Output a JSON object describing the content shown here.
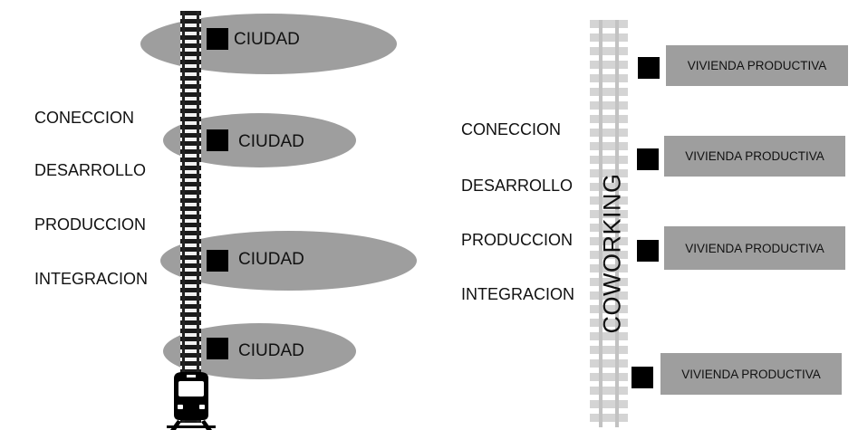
{
  "left_diagram": {
    "city_label": "CIUDAD",
    "cities": [
      "CIUDAD",
      "CIUDAD",
      "CIUDAD",
      "CIUDAD"
    ],
    "words": [
      "CONECCION",
      "DESARROLLO",
      "PRODUCCION",
      "INTEGRACION"
    ]
  },
  "right_diagram": {
    "words": [
      "CONECCION",
      "DESARROLLO",
      "PRODUCCION",
      "INTEGRACION"
    ],
    "coworking_label": "COWORKING",
    "boxes": [
      "VIVIENDA PRODUCTIVA",
      "VIVIENDA PRODUCTIVA",
      "VIVIENDA PRODUCTIVA",
      "VIVIENDA PRODUCTIVA"
    ]
  },
  "colors": {
    "ellipse_fill": "#9e9e9e",
    "box_fill": "#9e9e9e",
    "marker": "#000000",
    "dark_track": "#1a1a1a",
    "light_track": "#d2d2d2"
  },
  "icons": [
    "railway-track-dark",
    "railway-track-light",
    "train-front-icon"
  ]
}
